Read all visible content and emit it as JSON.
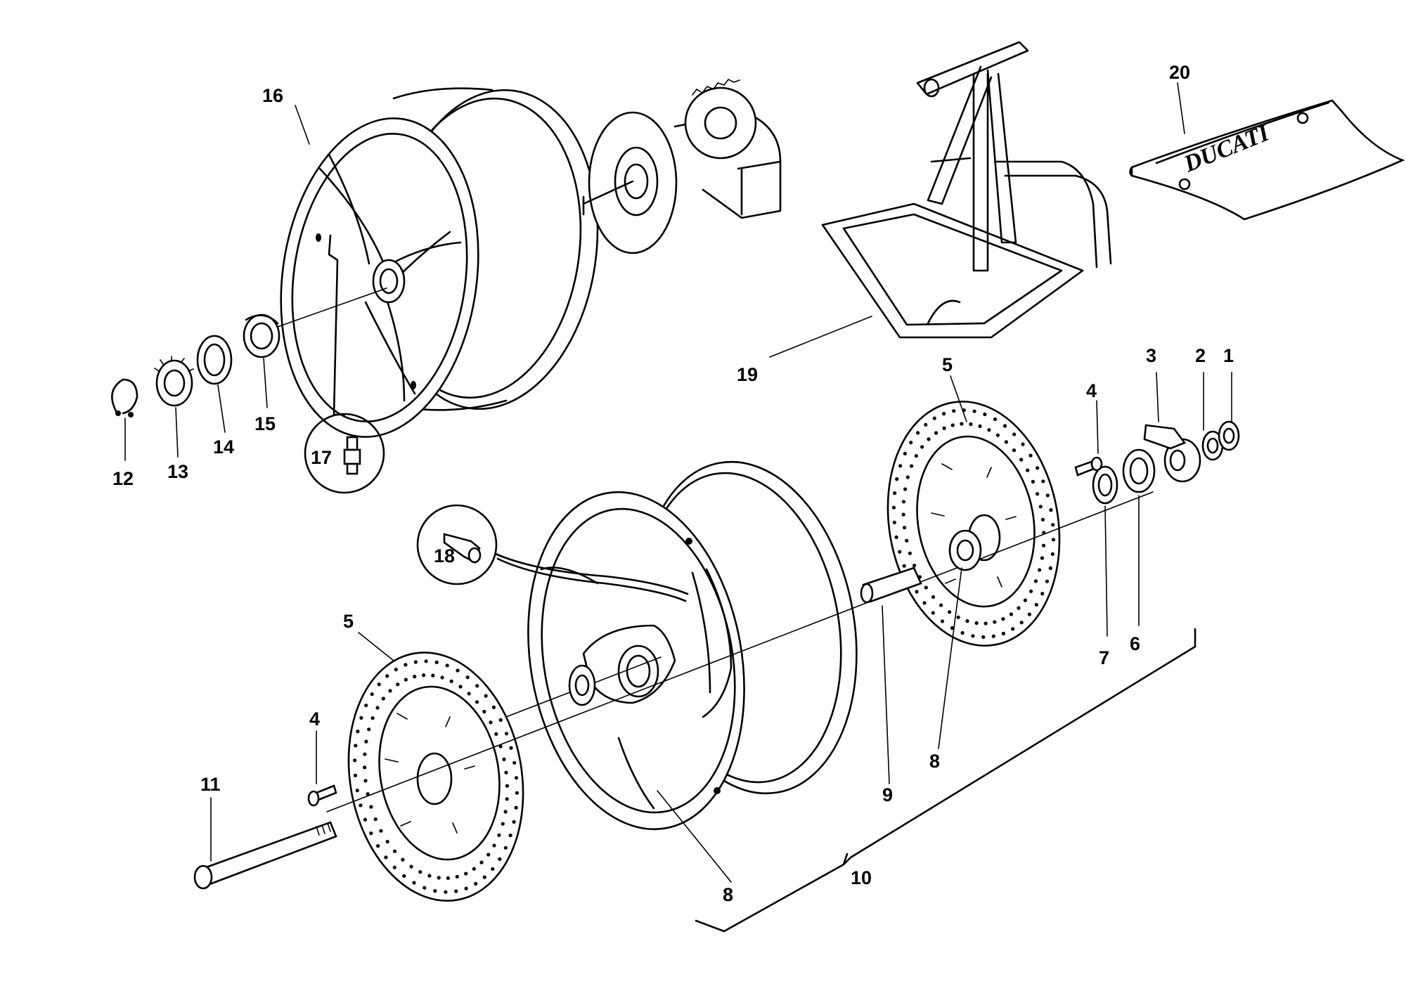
{
  "labels": {
    "l1": "1",
    "l2": "2",
    "l3": "3",
    "l4a": "4",
    "l4b": "4",
    "l5a": "5",
    "l5b": "5",
    "l6": "6",
    "l7": "7",
    "l8a": "8",
    "l8b": "8",
    "l9": "9",
    "l10": "10",
    "l11": "11",
    "l12": "12",
    "l13": "13",
    "l14": "14",
    "l15": "15",
    "l16": "16",
    "l17": "17",
    "l18": "18",
    "l19": "19",
    "l20": "20"
  },
  "logo": {
    "text": "DUCATI"
  }
}
